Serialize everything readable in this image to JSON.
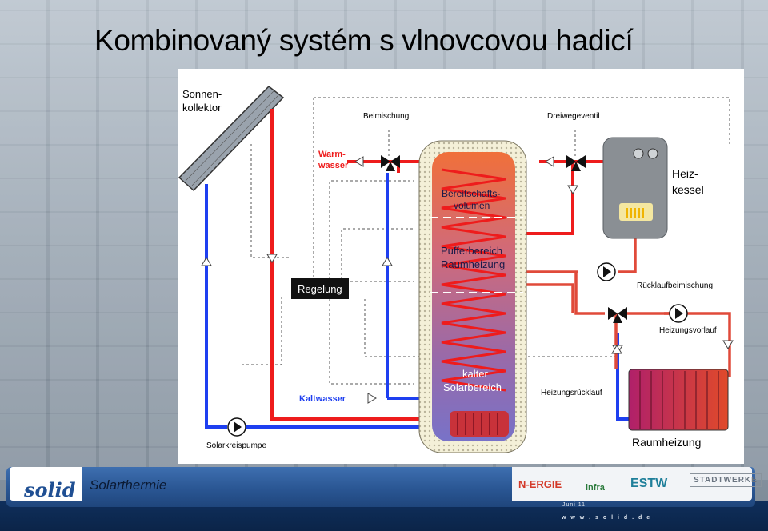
{
  "title": "Kombinovaný systém s vlnovcovou hadicí",
  "diagram": {
    "collector_label_1": "Sonnen-",
    "collector_label_2": "kollektor",
    "beimischung": "Beimischung",
    "dreiwegeventil": "Dreiwegeventil",
    "warmwasser_1": "Warm-",
    "warmwasser_2": "wasser",
    "bereitschafts_1": "Bereitschafts-",
    "bereitschafts_2": "volumen",
    "heizkessel_1": "Heiz-",
    "heizkessel_2": "kessel",
    "puffer_1": "Pufferbereich",
    "puffer_2": "Raumheizung",
    "regelung": "Regelung",
    "ruecklaufbeimischung": "Rücklaufbeimischung",
    "heizungsvorlauf": "Heizungsvorlauf",
    "kalter_1": "kalter",
    "kalter_2": "Solarbereich",
    "heizungsruecklauf": "Heizungsrücklauf",
    "kaltwasser": "Kaltwasser",
    "solarkreispumpe": "Solarkreispumpe",
    "raumheizung": "Raumheizung"
  },
  "footer": {
    "logo": "solid",
    "subtitle": "Solarthermie",
    "partner_nergie": "N-ERGIE",
    "partner_infra": "infra",
    "partner_estw": "ESTW",
    "partner_stadtwerke": "STADTWERKE",
    "date": "Juni 11",
    "url": "w w w . s o l i d . d e"
  },
  "colors": {
    "hot": "#ee1c1c",
    "cold": "#1e3ff0",
    "warm": "#e85a2a",
    "tank_top": "#f07a3a",
    "tank_bottom": "#6a6ad0",
    "footer_blue": "#2a5693"
  }
}
